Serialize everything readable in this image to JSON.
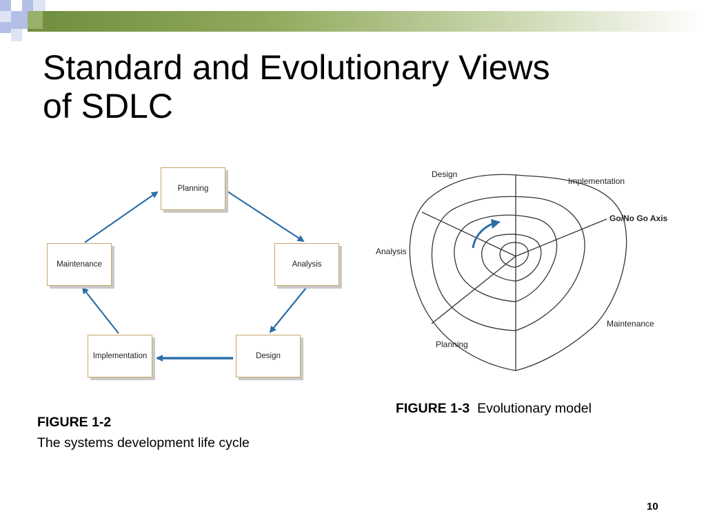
{
  "slide": {
    "title_line1": "Standard and Evolutionary Views",
    "title_line2": "of SDLC",
    "page_number": "10"
  },
  "cycle": {
    "nodes": {
      "planning": "Planning",
      "analysis": "Analysis",
      "design": "Design",
      "implementation": "Implementation",
      "maintenance": "Maintenance"
    },
    "caption_label": "FIGURE 1-2",
    "caption_text": "The systems development life cycle"
  },
  "spiral": {
    "labels": {
      "design": "Design",
      "implementation": "Implementation",
      "go_no_go": "Go/No Go Axis",
      "analysis": "Analysis",
      "maintenance": "Maintenance",
      "planning": "Planning"
    },
    "caption_label": "FIGURE 1-3",
    "caption_text": "Evolutionary model"
  },
  "colors": {
    "arrow": "#2a6ea8",
    "node_border": "#c8a56a",
    "band": "#7f9c4c",
    "square_blue": "#b3bfe6",
    "square_olive": "#98b06a"
  }
}
